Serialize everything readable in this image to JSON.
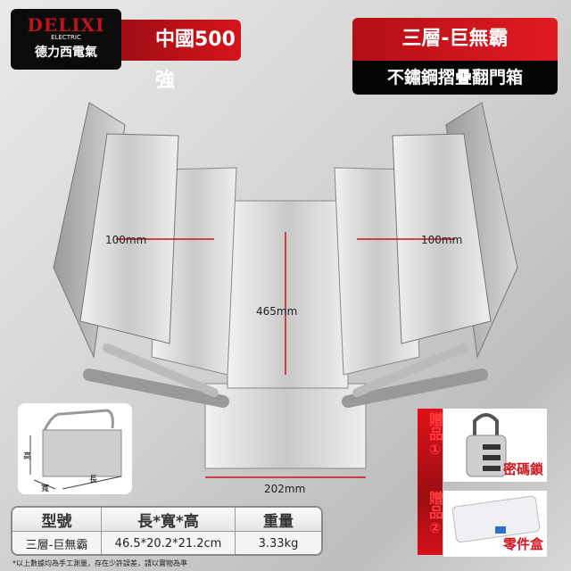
{
  "brand": {
    "name": "DELIXI",
    "sub": "ELECTRIC",
    "cn": "德力西電氣"
  },
  "badge": "中國500強",
  "product": {
    "title": "三層-巨無霸",
    "subtitle": "不鏽鋼摺疊翻門箱"
  },
  "dimensions": {
    "left_tray": "100mm",
    "right_tray": "100mm",
    "length": "465mm",
    "width": "202mm"
  },
  "thumbnail": {
    "height_label": "高",
    "width_label": "寬",
    "length_label": "長"
  },
  "gifts": [
    {
      "tag": "贈品①",
      "name": "密碼鎖"
    },
    {
      "tag": "贈品②",
      "name": "零件盒"
    }
  ],
  "spec_table": {
    "headers": [
      "型號",
      "長*寬*高",
      "重量"
    ],
    "rows": [
      [
        "三層-巨無霸",
        "46.5*20.2*21.2cm",
        "3.33kg"
      ]
    ]
  },
  "note": "*以上數據均為手工測量，存在少許誤差，請以實物為準",
  "colors": {
    "red": "#d6141c",
    "black": "#0b0b0b"
  }
}
